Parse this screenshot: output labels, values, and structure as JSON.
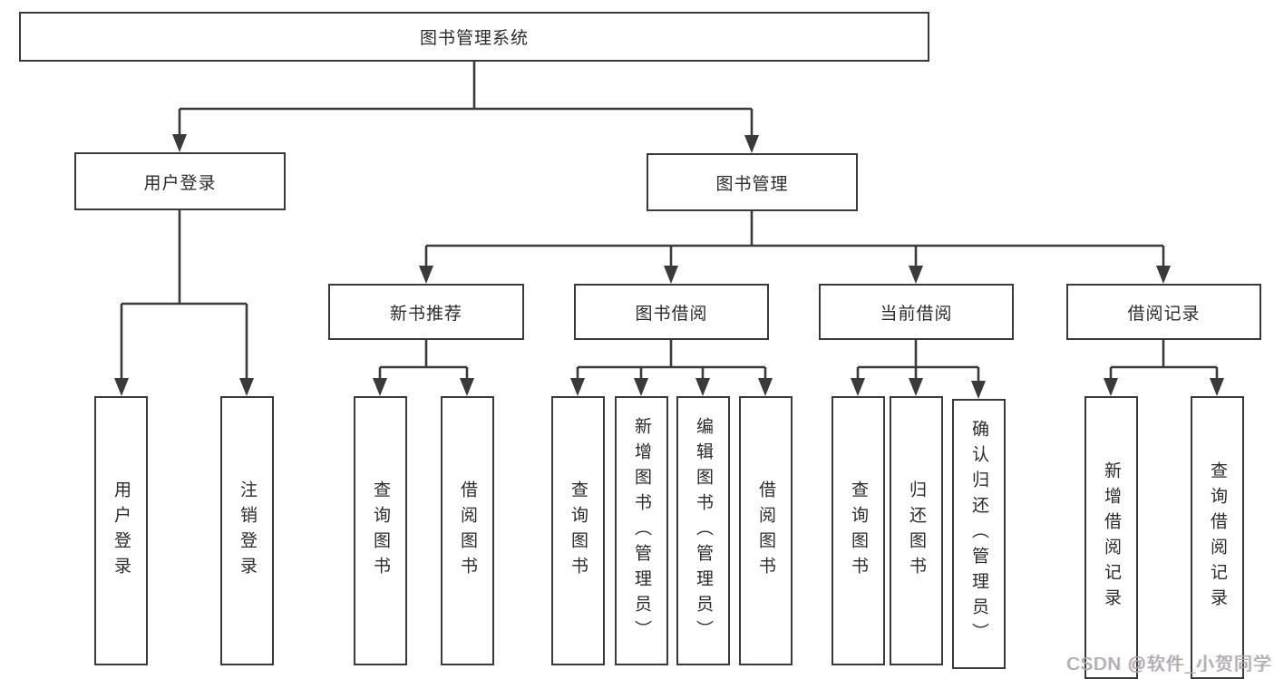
{
  "diagram": {
    "type": "hierarchy",
    "colors": {
      "box_border": "#3a3a3a",
      "box_fill": "#ffffff",
      "text": "#2b2b2b",
      "connector": "#3a3a3a",
      "watermark": "#ababab"
    },
    "tree": {
      "label": "图书管理系统",
      "children": [
        {
          "label": "用户登录",
          "children": [
            {
              "label": "用户登录"
            },
            {
              "label": "注销登录"
            }
          ]
        },
        {
          "label": "图书管理",
          "children": [
            {
              "label": "新书推荐",
              "children": [
                {
                  "label": "查询图书"
                },
                {
                  "label": "借阅图书"
                }
              ]
            },
            {
              "label": "图书借阅",
              "children": [
                {
                  "label": "查询图书"
                },
                {
                  "label": "新增图书（管理员）"
                },
                {
                  "label": "编辑图书（管理员）"
                },
                {
                  "label": "借阅图书"
                }
              ]
            },
            {
              "label": "当前借阅",
              "children": [
                {
                  "label": "查询图书"
                },
                {
                  "label": "归还图书"
                },
                {
                  "label": "确认归还（管理员）"
                }
              ]
            },
            {
              "label": "借阅记录",
              "children": [
                {
                  "label": "新增借阅记录"
                },
                {
                  "label": "查询借阅记录"
                }
              ]
            }
          ]
        }
      ]
    }
  },
  "watermark": {
    "text": "CSDN @软件_小贺同学"
  }
}
